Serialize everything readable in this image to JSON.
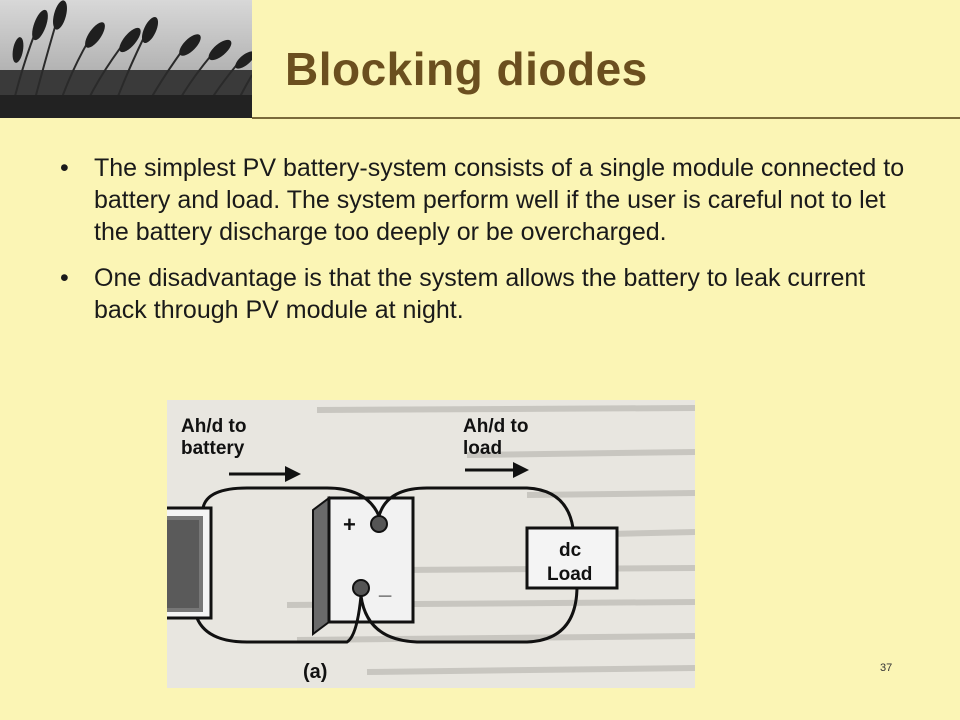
{
  "slide": {
    "title": "Blocking diodes",
    "bullets": [
      "The simplest PV battery-system consists of a single module connected to battery and load. The system perform well if the user is careful not to let the battery discharge too deeply or be overcharged.",
      "One disadvantage is that the system allows the battery to leak current back through PV module at night."
    ],
    "page_number": "37",
    "bullet_glyph": "•"
  },
  "figure": {
    "label_battery_line1": "Ah/d to",
    "label_battery_line2": "battery",
    "label_load_line1": "Ah/d to",
    "label_load_line2": "load",
    "terminal_plus": "+",
    "terminal_minus": "_",
    "load_line1": "dc",
    "load_line2": "Load",
    "caption": "(a)"
  },
  "colors": {
    "background": "#fbf5b5",
    "title": "#6b4f1f",
    "text": "#1a1a1a"
  }
}
